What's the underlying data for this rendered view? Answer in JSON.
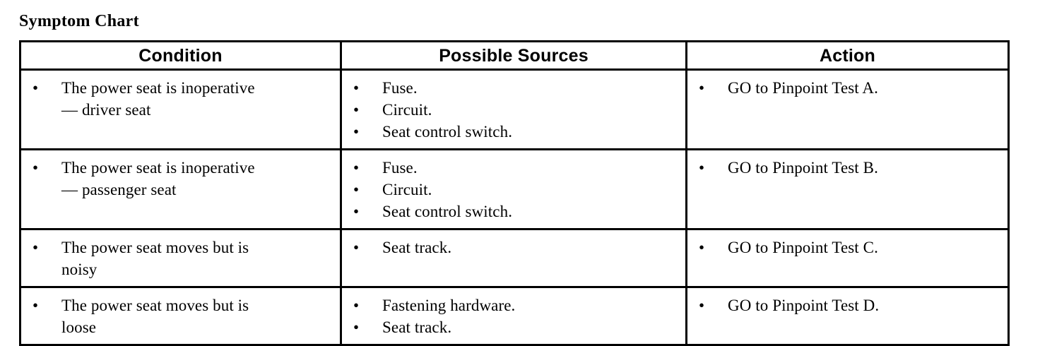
{
  "page": {
    "title": "Symptom Chart",
    "bullet_glyph": "•"
  },
  "table": {
    "headers": {
      "condition": "Condition",
      "sources": "Possible Sources",
      "action": "Action"
    },
    "rows": [
      {
        "condition": {
          "line1": "The power seat is inoperative",
          "line2": "— driver seat"
        },
        "sources": [
          "Fuse.",
          "Circuit.",
          "Seat control switch."
        ],
        "action": [
          "GO to Pinpoint Test A."
        ]
      },
      {
        "condition": {
          "line1": "The power seat is inoperative",
          "line2": "— passenger seat"
        },
        "sources": [
          "Fuse.",
          "Circuit.",
          "Seat control switch."
        ],
        "action": [
          "GO to Pinpoint Test B."
        ]
      },
      {
        "condition": {
          "line1": "The power seat moves but is",
          "line2": "noisy"
        },
        "sources": [
          "Seat track."
        ],
        "action": [
          "GO to Pinpoint Test C."
        ]
      },
      {
        "condition": {
          "line1": "The power seat moves but is",
          "line2": "loose"
        },
        "sources": [
          "Fastening hardware.",
          "Seat track."
        ],
        "action": [
          "GO to Pinpoint Test D."
        ]
      }
    ]
  }
}
